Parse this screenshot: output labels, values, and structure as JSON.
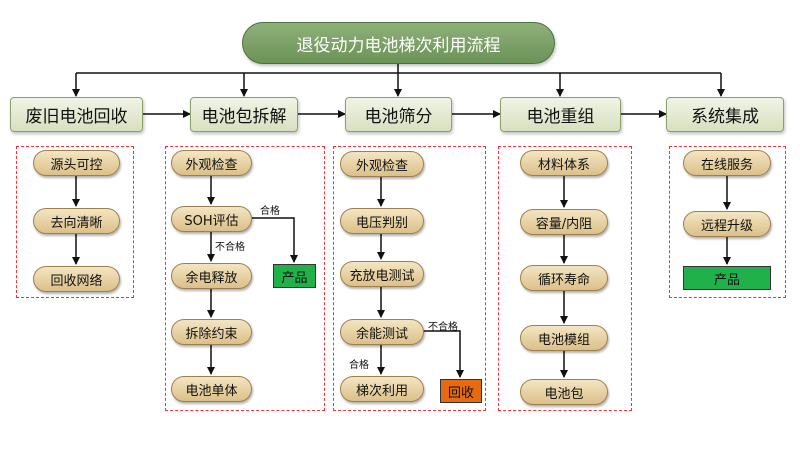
{
  "title": "退役动力电池梯次利用流程",
  "stages": [
    {
      "label": "废旧电池回收",
      "steps": [
        "源头可控",
        "去向清晰",
        "回收网络"
      ]
    },
    {
      "label": "电池包拆解",
      "steps": [
        "外观检查",
        "SOH评估",
        "余电释放",
        "拆除约束",
        "电池单体"
      ],
      "product": "产品",
      "pass": "合格",
      "fail": "不合格"
    },
    {
      "label": "电池筛分",
      "steps": [
        "外观检查",
        "电压判别",
        "充放电测试",
        "余能测试",
        "梯次利用"
      ],
      "recycle": "回收",
      "pass": "合格",
      "fail": "不合格"
    },
    {
      "label": "电池重组",
      "steps": [
        "材料体系",
        "容量/内阻",
        "循环寿命",
        "电池模组",
        "电池包"
      ]
    },
    {
      "label": "系统集成",
      "steps": [
        "在线服务",
        "远程升级"
      ],
      "product": "产品"
    }
  ],
  "colors": {
    "product": "#21b14b",
    "recycle": "#e56a12",
    "dash": "#e0393e",
    "title": "#6c9358"
  }
}
